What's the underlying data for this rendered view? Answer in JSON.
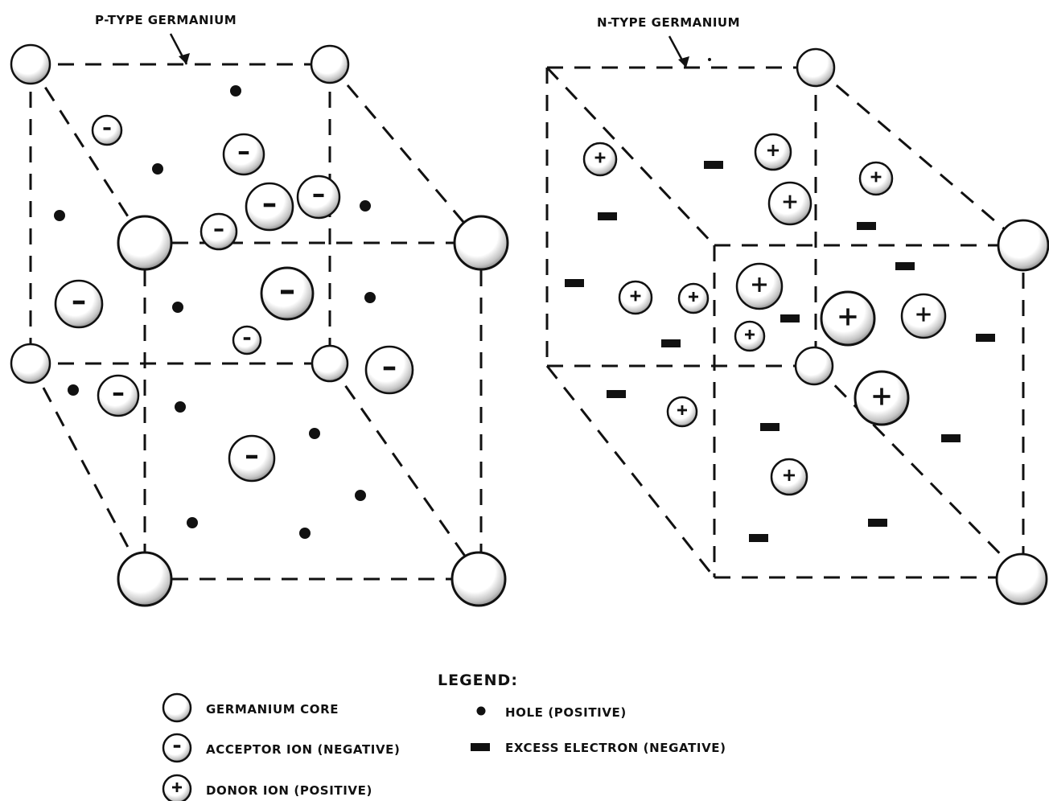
{
  "p_type": {
    "title": "P-TYPE GERMANIUM"
  },
  "n_type": {
    "title": "N-TYPE GERMANIUM"
  },
  "legend": {
    "heading": "LEGEND:",
    "items": [
      {
        "symbol": "germanium-core",
        "label": "GERMANIUM CORE"
      },
      {
        "symbol": "acceptor-ion",
        "label": "ACCEPTOR ION (NEGATIVE)"
      },
      {
        "symbol": "donor-ion",
        "label": "DONOR ION (POSITIVE)"
      },
      {
        "symbol": "hole",
        "label": "HOLE (POSITIVE)"
      },
      {
        "symbol": "excess-electron",
        "label": "EXCESS ELECTRON (NEGATIVE)"
      }
    ]
  },
  "symbols": {
    "acceptor_sign": "−",
    "donor_sign": "+"
  },
  "colors": {
    "ink": "#111111",
    "paper": "#ffffff",
    "shade": "#8a8a8a"
  }
}
